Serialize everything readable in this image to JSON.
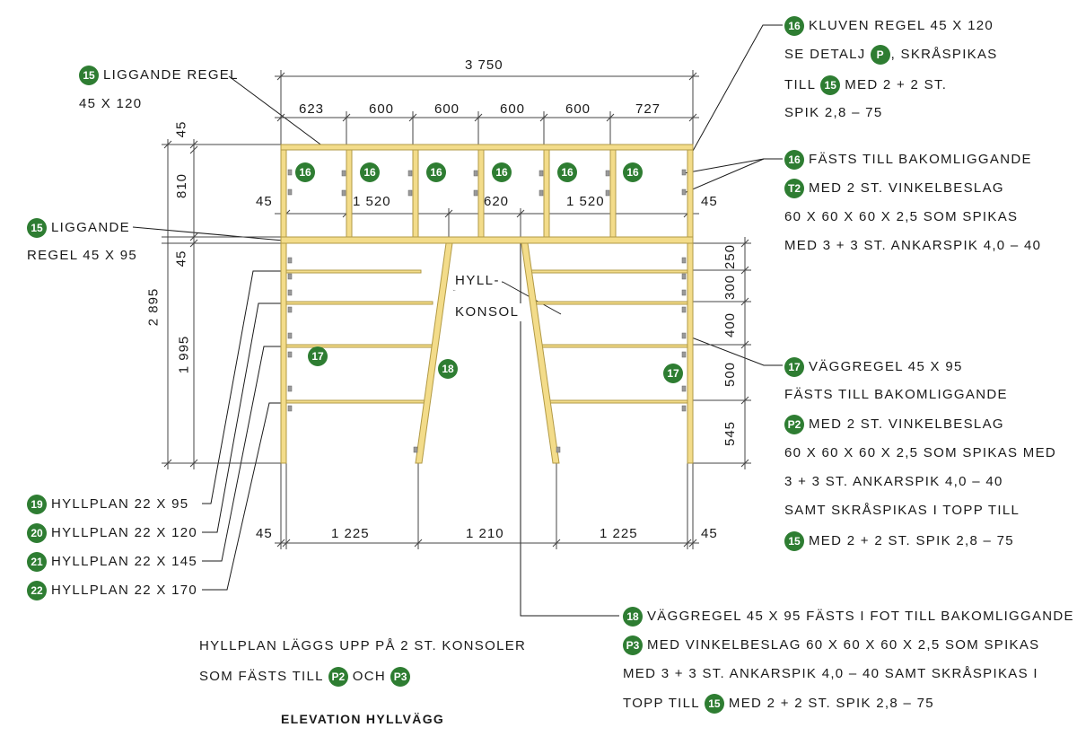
{
  "title": "ELEVATION HYLLVÄGG",
  "colors": {
    "wood": "#f3dc8a",
    "wood_edge": "#b29a45",
    "badge": "#2e7d32",
    "line": "#1a1a1a",
    "dim": "#444444"
  },
  "dimensions": {
    "overall_width": "3 750",
    "top_bays": [
      "623",
      "600",
      "600",
      "600",
      "600",
      "727"
    ],
    "bottom_bays": [
      "1 225",
      "1 210",
      "1 225"
    ],
    "bottom_left_edge": "45",
    "bottom_right_edge": "45",
    "mid_row": {
      "left": "45",
      "a": "1 520",
      "b": "620",
      "c": "1 520",
      "right": "45"
    },
    "left_vertical": {
      "total": "2 895",
      "top": "45",
      "upper": "810",
      "mid": "45",
      "lower": "1 995"
    },
    "right_vertical": [
      "250",
      "300",
      "400",
      "500",
      "545"
    ]
  },
  "labels": {
    "l15_top": {
      "badge": "15",
      "line1": "LIGGANDE REGEL",
      "line2": "45 X 120"
    },
    "l15_mid": {
      "badge": "15",
      "line1": "LIGGANDE",
      "line2": "REGEL 45 X 95"
    },
    "l16_a": {
      "badge": "16",
      "line1": "KLUVEN REGEL 45 X 120",
      "line2_pre": "SE DETALJ",
      "line2_badge": "P",
      "line2_post": ", SKRÅSPIKAS",
      "line3_pre": "TILL",
      "line3_badge": "15",
      "line3_post": "MED 2 + 2 ST.",
      "line4": "SPIK 2,8 – 75"
    },
    "l16_b": {
      "badge": "16",
      "line1": "FÄSTS TILL BAKOMLIGGANDE",
      "line2_badge": "T2",
      "line2": "MED 2 ST. VINKELBESLAG",
      "line3": "60 X 60 X 60 X 2,5 SOM SPIKAS",
      "line4": "MED 3 + 3 ST. ANKARSPIK 4,0 – 40"
    },
    "l17": {
      "badge": "17",
      "line1": "VÄGGREGEL 45 X 95",
      "line2": "FÄSTS TILL BAKOMLIGGANDE",
      "line3_badge": "P2",
      "line3": "MED 2 ST. VINKELBESLAG",
      "line4": "60 X 60 X 60 X 2,5 SOM SPIKAS MED",
      "line5": "3 + 3 ST. ANKARSPIK 4,0 – 40",
      "line6": "SAMT SKRÅSPIKAS I TOPP TILL",
      "line7_badge": "15",
      "line7": "MED 2 + 2 ST. SPIK 2,8 – 75"
    },
    "l18": {
      "badge": "18",
      "line1": "VÄGGREGEL 45 X 95 FÄSTS I FOT TILL BAKOMLIGGANDE",
      "line2_badge": "P3",
      "line2": "MED VINKELBESLAG 60 X 60 X 60 X 2,5 SOM SPIKAS",
      "line3": "MED 3 + 3 ST. ANKARSPIK 4,0 – 40 SAMT SKRÅSPIKAS I",
      "line4_pre": "TOPP TILL",
      "line4_badge": "15",
      "line4_post": "MED 2 + 2 ST. SPIK 2,8 – 75"
    },
    "shelves": [
      {
        "badge": "19",
        "text": "HYLLPLAN 22 X 95"
      },
      {
        "badge": "20",
        "text": "HYLLPLAN 22 X 120"
      },
      {
        "badge": "21",
        "text": "HYLLPLAN 22 X 145"
      },
      {
        "badge": "22",
        "text": "HYLLPLAN 22 X 170"
      }
    ],
    "note": {
      "line1": "HYLLPLAN LÄGGS UPP PÅ 2 ST. KONSOLER",
      "line2_pre": "SOM FÄSTS TILL",
      "badge_a": "P2",
      "mid": "OCH",
      "badge_b": "P3"
    },
    "hyll": {
      "line1": "HYLL-",
      "line2": "KONSOL"
    }
  },
  "frame_badges": [
    "16",
    "16",
    "16",
    "16",
    "16",
    "16",
    "17",
    "18",
    "17"
  ]
}
